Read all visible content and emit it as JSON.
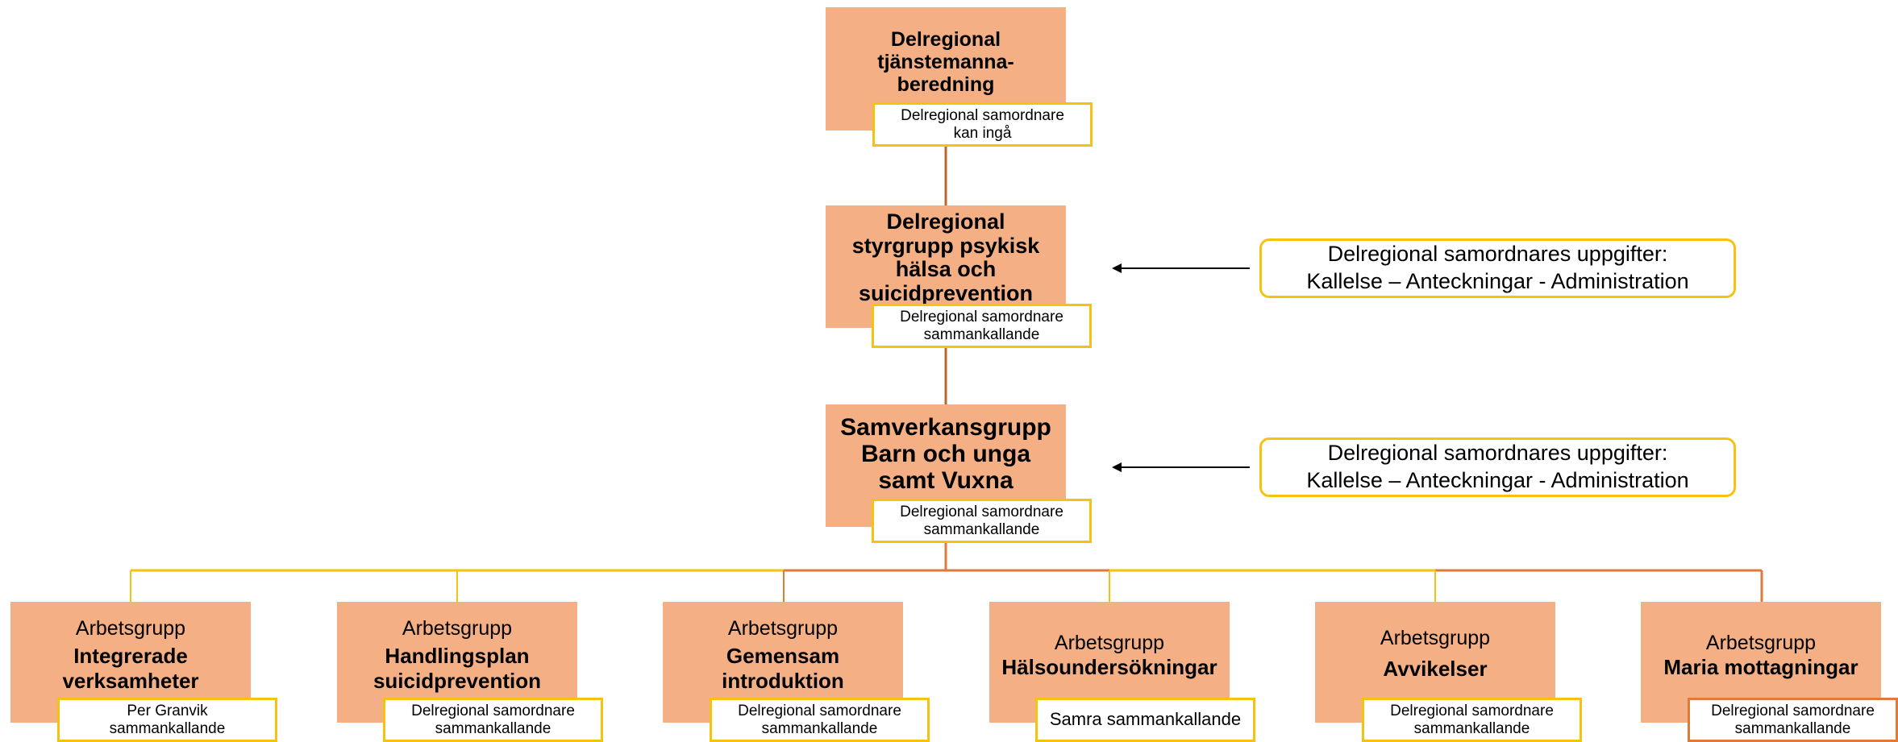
{
  "top": {
    "title": [
      "Delregional",
      "tjänstemanna-",
      "beredning"
    ],
    "tag": [
      "Delregional samordnare",
      "kan ingå"
    ]
  },
  "steering": {
    "title": [
      "Delregional",
      "styrgrupp psykisk",
      "hälsa och",
      "suicidprevention"
    ],
    "tag": [
      "Delregional samordnare",
      "sammankallande"
    ],
    "info": [
      "Delregional samordnares uppgifter:",
      "Kallelse – Anteckningar - Administration"
    ]
  },
  "samverkan": {
    "title": [
      "Samverkansgrupp",
      "Barn och unga",
      "samt Vuxna"
    ],
    "tag": [
      "Delregional samordnare",
      "sammankallande"
    ],
    "info": [
      "Delregional samordnares uppgifter:",
      "Kallelse – Anteckningar - Administration"
    ]
  },
  "workgroups": [
    {
      "kind": "Arbetsgrupp",
      "title": [
        "Integrerade",
        "verksamheter"
      ],
      "tag": [
        "Per Granvik",
        "sammankallande"
      ]
    },
    {
      "kind": "Arbetsgrupp",
      "title": [
        "Handlingsplan",
        "suicidprevention"
      ],
      "tag": [
        "Delregional samordnare",
        "sammankallande"
      ]
    },
    {
      "kind": "Arbetsgrupp",
      "title": [
        "Gemensam",
        "introduktion"
      ],
      "tag": [
        "Delregional samordnare",
        "sammankallande"
      ]
    },
    {
      "kind": "Arbetsgrupp",
      "title": [
        "Hälsoundersökningar"
      ],
      "tag": [
        "Samra sammankallande"
      ]
    },
    {
      "kind": "Arbetsgrupp",
      "title": [
        "Avvikelser"
      ],
      "tag": [
        "Delregional samordnare",
        "sammankallande"
      ]
    },
    {
      "kind": "Arbetsgrupp",
      "title": [
        "Maria mottagningar"
      ],
      "tag": [
        "Delregional samordnare",
        "sammankallande"
      ]
    }
  ],
  "colors": {
    "node_fill": "#f4b084",
    "connector_orange": "#e07a3a",
    "connector_yellow": "#f5c20f",
    "arrow": "#000000"
  }
}
